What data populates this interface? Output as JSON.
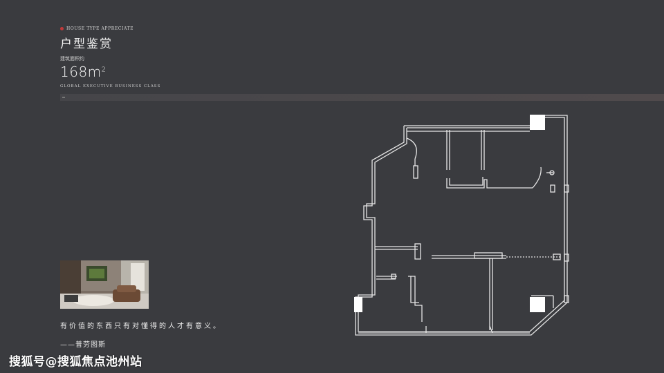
{
  "header": {
    "eyebrow": "HOUSE TYPE APPRECIATE",
    "title": "户型鉴赏",
    "area_label": "建筑面积约",
    "area_value": "168m",
    "area_unit_sup": "2",
    "subline": "GLOBAL EXECUTIVE BUSINESS CLASS"
  },
  "quote": {
    "text": "有价值的东西只有对懂得的人才有意义。",
    "author": "——普劳图斯"
  },
  "watermark": "搜狐号@搜狐焦点池州站",
  "colors": {
    "background": "#3a3b3f",
    "accent_dot": "#c23a3a",
    "plan_line": "#e6e6e6"
  }
}
